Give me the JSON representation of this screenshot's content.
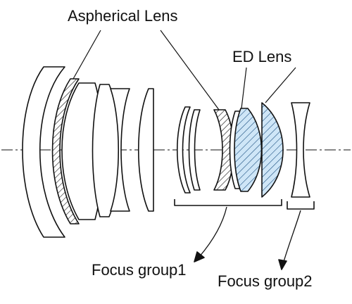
{
  "labels": {
    "aspherical": "Aspherical Lens",
    "ed": "ED Lens",
    "focus_group1": "Focus group1",
    "focus_group2": "Focus group2"
  },
  "colors": {
    "stroke": "#111111",
    "ed_fill": "#cfe6f7",
    "hatch": "#222222",
    "ed_hatch": "#1b4f80"
  }
}
